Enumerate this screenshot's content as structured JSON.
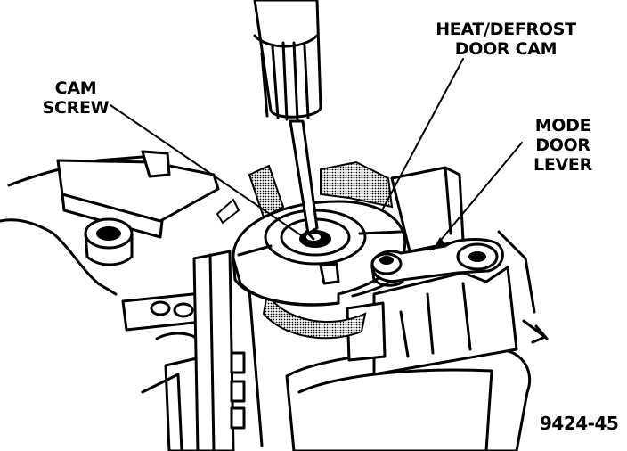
{
  "labels": {
    "heat_defrost_line1": "HEAT/DEFROST",
    "heat_defrost_line2": "DOOR CAM",
    "cam_screw_line1": "CAM",
    "cam_screw_line2": "SCREW",
    "mode_line1": "MODE",
    "mode_line2": "DOOR",
    "mode_line3": "LEVER"
  },
  "figure_number": "9424-45",
  "colors": {
    "ink": "#000000",
    "paper": "#ffffff",
    "shade": "#7a7a7a"
  }
}
